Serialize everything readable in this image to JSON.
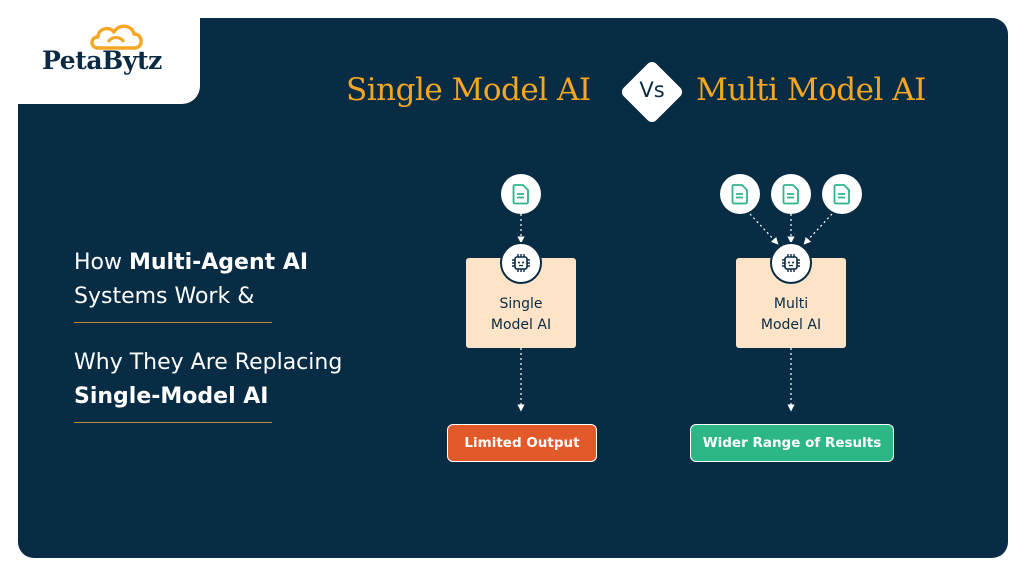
{
  "logo": {
    "brand": "PetaBytz"
  },
  "header": {
    "left_title": "Single Model AI",
    "vs": "Vs",
    "right_title": "Multi Model AI"
  },
  "side": {
    "line1_pre": "How ",
    "line1_bold": "Multi-Agent AI",
    "line2": "Systems Work &",
    "line3": "Why They Are Replacing",
    "line4_bold": "Single-Model AI"
  },
  "single": {
    "box_line1": "Single",
    "box_line2": "Model AI",
    "output": "Limited Output"
  },
  "multi": {
    "box_line1": "Multi",
    "box_line2": "Model AI",
    "output": "Wider Range of Results"
  },
  "colors": {
    "background": "#072c43",
    "title": "#f5a623",
    "box": "#fde4c8",
    "limited_output": "#e2592a",
    "wider_output": "#2db686",
    "icon": "#2db686",
    "rule": "#b98a3c"
  },
  "icons": {
    "document": "document-icon",
    "processor": "cpu-bot-icon",
    "cloud": "cloud-logo-icon"
  }
}
